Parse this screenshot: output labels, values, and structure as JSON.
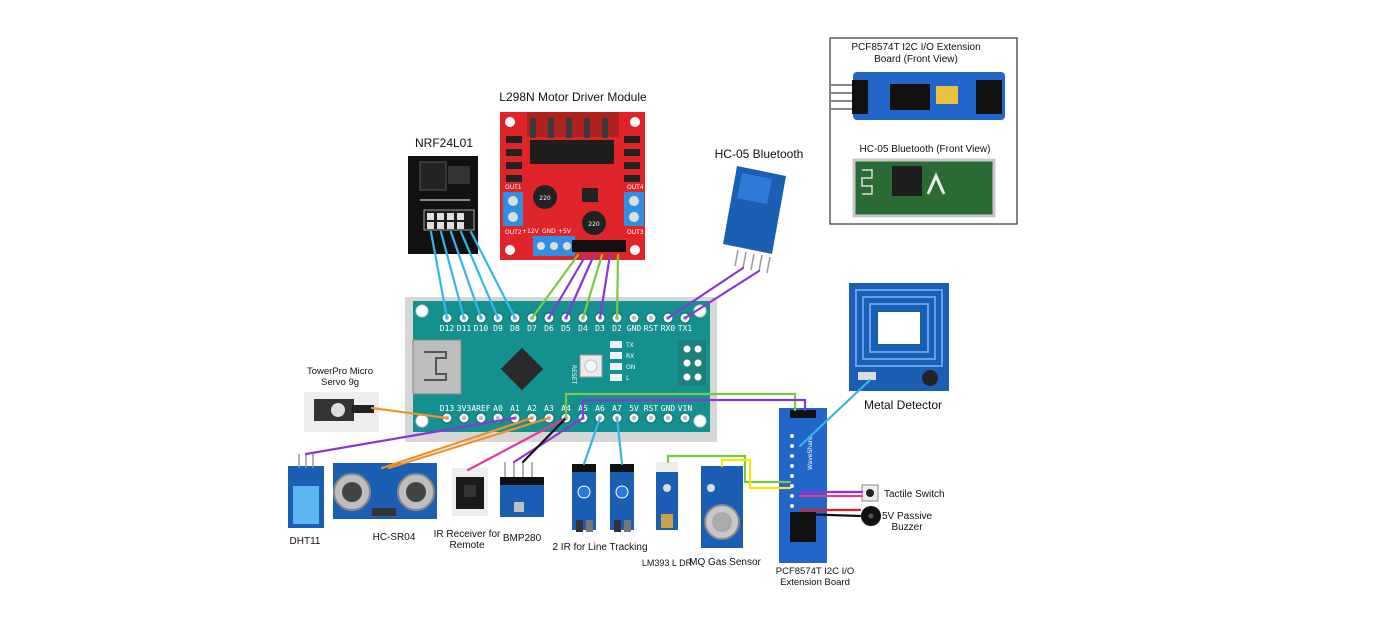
{
  "labels": {
    "nrf": "NRF24L01",
    "l298n": "L298N Motor Driver Module",
    "hc05": "HC-05 Bluetooth",
    "pcf_front_1": "PCF8574T I2C I/O Extension",
    "pcf_front_2": "Board (Front View)",
    "hc05_front": "HC-05 Bluetooth (Front View)",
    "servo_1": "TowerPro Micro",
    "servo_2": "Servo  9g",
    "metal": "Metal Detector",
    "tactile": "Tactile Switch",
    "buzzer_1": "5V Passive",
    "buzzer_2": "Buzzer",
    "dht": "DHT11",
    "hcsr": "HC-SR04",
    "ir_remote_1": "IR Receiver for",
    "ir_remote_2": "Remote",
    "bmp": "BMP280",
    "ir_track": "2 IR for Line Tracking",
    "ldr": "LM393 L DR",
    "mq": "MQ Gas Sensor",
    "pcf_1": "PCF8574T I2C I/O",
    "pcf_2": "Extension Board"
  },
  "nano": {
    "top_pins": [
      "D12",
      "D11",
      "D10",
      "D9",
      "D8",
      "D7",
      "D6",
      "D5",
      "D4",
      "D3",
      "D2",
      "GND",
      "RST",
      "RX0",
      "TX1"
    ],
    "bottom_pins": [
      "D13",
      "3V3",
      "AREF",
      "A0",
      "A1",
      "A2",
      "A3",
      "A4",
      "A5",
      "A6",
      "A7",
      "5V",
      "RST",
      "GND",
      "VIN"
    ],
    "reset_label": "RESET",
    "leds": [
      "TX",
      "RX",
      "ON",
      "L"
    ]
  },
  "module_text": {
    "l298n_out1": "OUT1",
    "l298n_out2": "OUT2",
    "l298n_out3": "OUT3",
    "l298n_out4": "OUT4",
    "l298n_12v": "+12V",
    "l298n_gnd": "GND",
    "l298n_5v": "+5V",
    "cap": "220",
    "pcf_brand": "WaveShare"
  },
  "colors": {
    "nano": "#14908f",
    "l298n": "#e0252a",
    "sensor_blue": "#1a5fb4",
    "pcf_blue": "#2166c8",
    "wire_cyan": "#36b6e6",
    "wire_purple": "#8a35d8",
    "wire_green": "#7ac943",
    "wire_orange": "#f2902b",
    "wire_magenta": "#e6399b",
    "wire_yellow": "#ffe600",
    "wire_red": "#e02020",
    "wire_black": "#111111"
  }
}
